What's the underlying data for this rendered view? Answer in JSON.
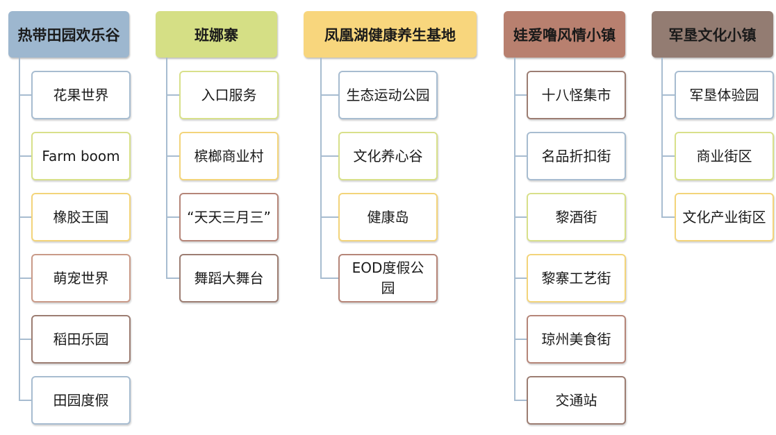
{
  "columns": [
    {
      "title": "热带田园欢乐谷",
      "color": "#9db7cf",
      "items": [
        {
          "label": "花果世界",
          "border": "#a7bcd0"
        },
        {
          "label": "Farm boom",
          "border": "#d8e08a"
        },
        {
          "label": "橡胶王国",
          "border": "#f3d47a"
        },
        {
          "label": "萌宠世界",
          "border": "#c99a88"
        },
        {
          "label": "稻田乐园",
          "border": "#9c7d72"
        },
        {
          "label": "田园度假",
          "border": "#a7bcd0"
        }
      ]
    },
    {
      "title": "班娜寨",
      "color": "#d5df85",
      "items": [
        {
          "label": "入口服务",
          "border": "#d8e08a"
        },
        {
          "label": "槟榔商业村",
          "border": "#f3d47a"
        },
        {
          "label": "“天天三月三”",
          "border": "#b58578"
        },
        {
          "label": "舞蹈大舞台",
          "border": "#9c7d72"
        }
      ]
    },
    {
      "title": "凤凰湖健康养生基地",
      "color": "#f8d67d",
      "items": [
        {
          "label": "生态运动公园",
          "border": "#a7bcd0"
        },
        {
          "label": "文化养心谷",
          "border": "#d8e08a"
        },
        {
          "label": "健康岛",
          "border": "#f3d47a"
        },
        {
          "label": "EOD度假公园",
          "border": "#b58578"
        }
      ]
    },
    {
      "title": "娃爱噜风情小镇",
      "color": "#b8806f",
      "items": [
        {
          "label": "十八怪集市",
          "border": "#9c7d72"
        },
        {
          "label": "名品折扣街",
          "border": "#a7bcd0"
        },
        {
          "label": "黎酒街",
          "border": "#d8e08a"
        },
        {
          "label": "黎寨工艺街",
          "border": "#f3d47a"
        },
        {
          "label": "琼州美食街",
          "border": "#b58578"
        },
        {
          "label": "交通站",
          "border": "#9c7d72"
        }
      ]
    },
    {
      "title": "军垦文化小镇",
      "color": "#937c72",
      "items": [
        {
          "label": "军垦体验园",
          "border": "#a7bcd0"
        },
        {
          "label": "商业街区",
          "border": "#d8e08a"
        },
        {
          "label": "文化产业街区",
          "border": "#f3d47a"
        }
      ]
    }
  ]
}
